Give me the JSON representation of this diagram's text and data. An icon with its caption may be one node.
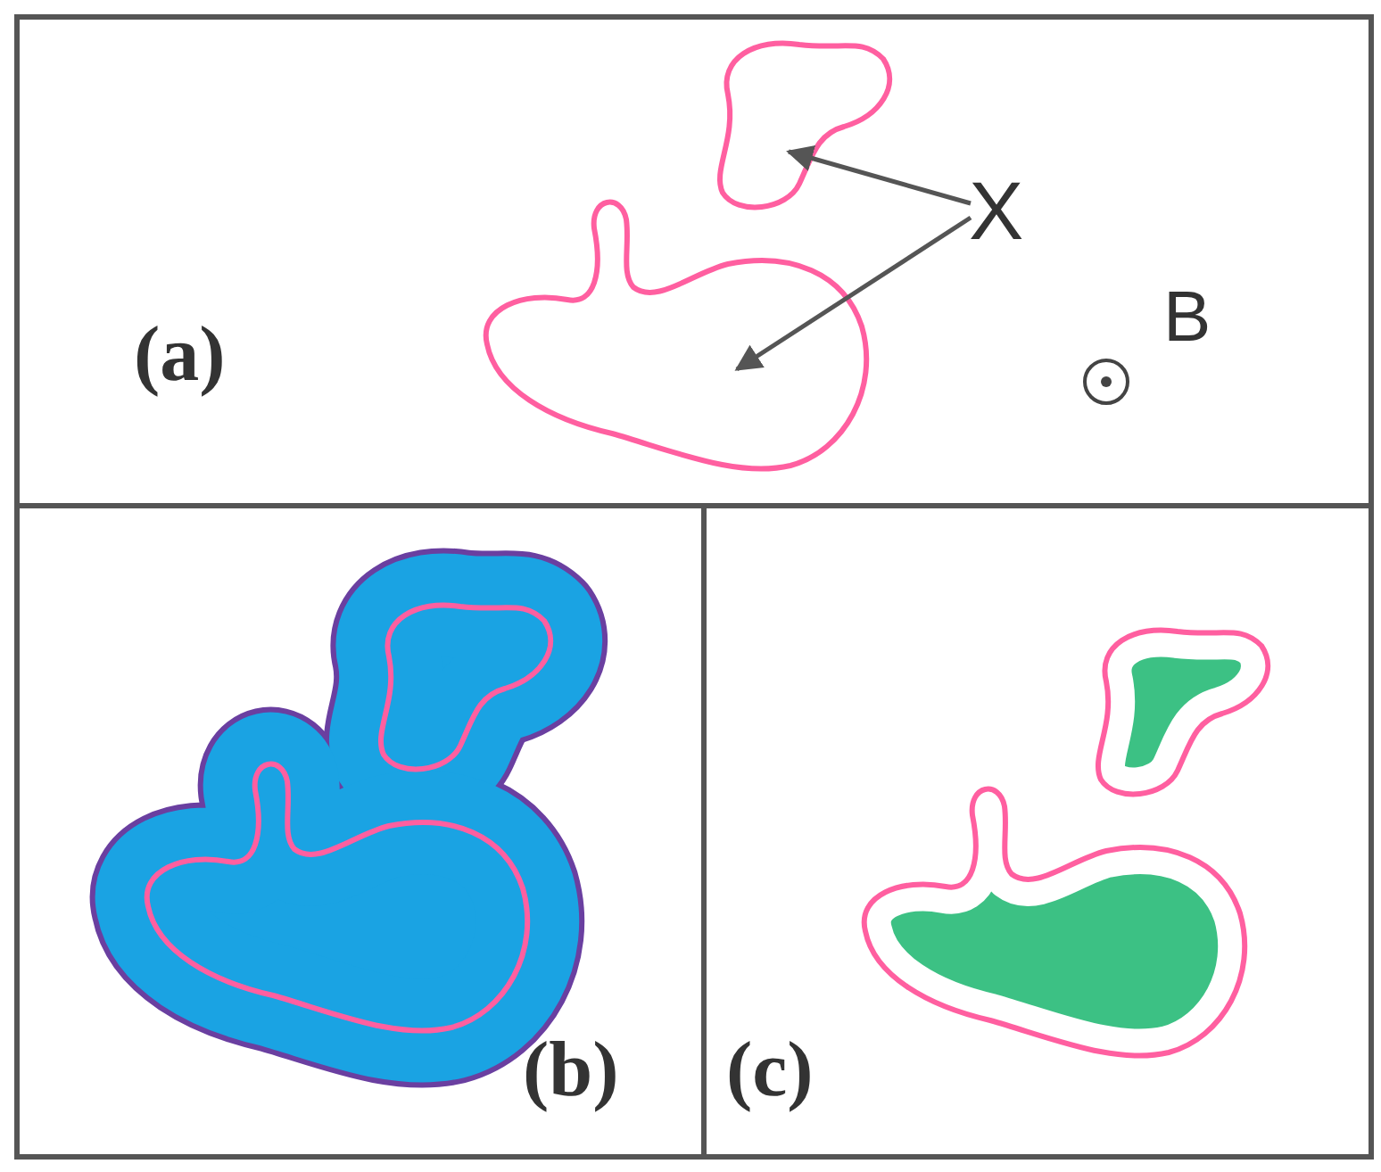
{
  "diagram": {
    "nodes": [
      {
        "text": [
          "(a)"
        ]
      },
      {
        "text": [
          "X"
        ],
        "in": 0
      },
      {
        "text": [],
        "shape": "blob",
        "in": 0
      },
      {
        "text": [],
        "shape": "blob",
        "in": 0
      },
      {
        "text": [
          "(b)"
        ]
      },
      {
        "text": [
          "(c)"
        ]
      }
    ],
    "edges": [
      {
        "from": 1,
        "to": 2,
        "arrow": "to"
      },
      {
        "from": 1,
        "to": 3,
        "arrow": "to"
      }
    ],
    "labels": [
      "B"
    ]
  }
}
